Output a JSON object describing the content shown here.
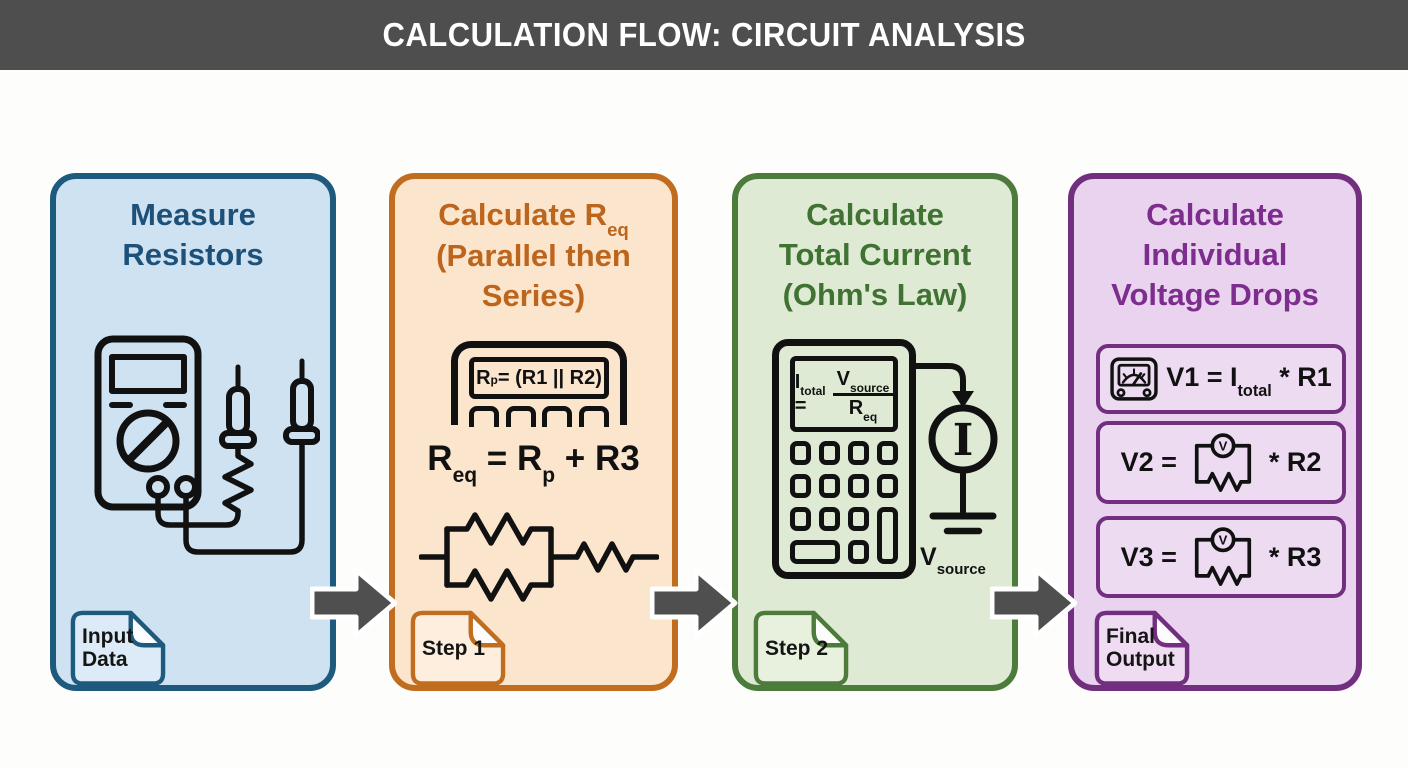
{
  "header": {
    "title": "CALCULATION FLOW: CIRCUIT ANALYSIS",
    "bg": "#4e4e4e",
    "text_color": "#ffffff"
  },
  "canvas": {
    "bg": "#fdfdfb",
    "arrow_color": "#4f4f4f",
    "arrow_outline": "#ffffff",
    "icon_color": "#111111"
  },
  "panels": [
    {
      "id": "measure-resistors",
      "colors": {
        "accent": "#1e5a7d",
        "bg": "#cfe2f1",
        "title": "#1d5179",
        "notebg": "#dcebf7",
        "flap": "#fbfdfe"
      },
      "title_lines": [
        [
          {
            "text": "Measure"
          }
        ],
        [
          {
            "text": "Resistors"
          }
        ]
      ],
      "icon": "multimeter-with-probes",
      "tag_lines": [
        "Input",
        "Data"
      ]
    },
    {
      "id": "calculate-req-parallel-then-series",
      "colors": {
        "accent": "#c06d20",
        "bg": "#fce5cd",
        "title": "#bc651d",
        "notebg": "#fdeedd",
        "flap": "#fefdfb"
      },
      "title_lines": [
        [
          {
            "text": "Calculate R"
          },
          {
            "sub": "eq"
          }
        ],
        [
          {
            "text": "(Parallel then"
          }
        ],
        [
          {
            "text": "Series)"
          }
        ]
      ],
      "display_formula": [
        {
          "text": "R"
        },
        {
          "sub": "p"
        },
        {
          "text": " = (R1 || R2)"
        }
      ],
      "main_formula": [
        {
          "text": "R"
        },
        {
          "sub": "eq"
        },
        {
          "text": " = R"
        },
        {
          "sub": "p"
        },
        {
          "text": " + R3"
        }
      ],
      "icon": "parallel-then-series-resistor-circuit",
      "tag_lines": [
        "Step 1"
      ]
    },
    {
      "id": "calculate-total-current-ohms-law",
      "colors": {
        "accent": "#4c7b3b",
        "bg": "#deead4",
        "title": "#3f7233",
        "notebg": "#e7f1de",
        "flap": "#fcfdfb"
      },
      "title_lines": [
        [
          {
            "text": "Calculate"
          }
        ],
        [
          {
            "text": "Total Current"
          }
        ],
        [
          {
            "text": "(Ohm's Law)"
          }
        ]
      ],
      "display_lhs": [
        {
          "text": "I"
        },
        {
          "sub": "total"
        },
        {
          "text": " ="
        }
      ],
      "display_numerator": [
        {
          "text": "V"
        },
        {
          "sub": "source"
        }
      ],
      "display_denominator": [
        {
          "text": "R"
        },
        {
          "sub": "eq"
        }
      ],
      "current_source_symbol": "I",
      "source_label": [
        {
          "text": "V"
        },
        {
          "sub": "source"
        }
      ],
      "icon": "calculator-and-current-source",
      "tag_lines": [
        "Step 2"
      ]
    },
    {
      "id": "calculate-individual-voltage-drops",
      "colors": {
        "accent": "#722f80",
        "bg": "#e9d3ee",
        "title": "#7c2d8d",
        "notebg": "#efdcf3",
        "flap": "#fdfbfe",
        "boxbg": "#eddbf2"
      },
      "title_lines": [
        [
          {
            "text": "Calculate"
          }
        ],
        [
          {
            "text": "Individual"
          }
        ],
        [
          {
            "text": "Voltage Drops"
          }
        ]
      ],
      "voltmeter_symbol": "V",
      "boxes": [
        {
          "icon": "analog-meter",
          "formula": [
            {
              "text": "V1 = I"
            },
            {
              "sub": "total"
            },
            {
              "text": " * R1"
            }
          ]
        },
        {
          "icon": "resistor-voltmeter",
          "prefix": [
            {
              "text": "V2 ="
            }
          ],
          "suffix": [
            {
              "text": "* R2"
            }
          ]
        },
        {
          "icon": "resistor-voltmeter",
          "prefix": [
            {
              "text": "V3 ="
            }
          ],
          "suffix": [
            {
              "text": "* R3"
            }
          ]
        }
      ],
      "tag_lines": [
        "Final",
        "Output"
      ]
    }
  ]
}
